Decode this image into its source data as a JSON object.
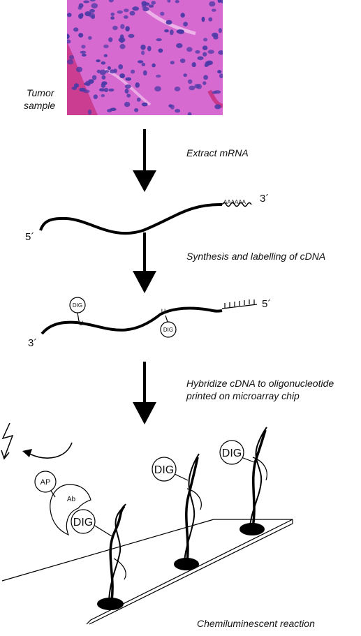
{
  "labels": {
    "tumor_sample_line1": "Tumor",
    "tumor_sample_line2": "sample",
    "step1": "Extract mRNA",
    "step2": "Synthesis and labelling of cDNA",
    "step3_line1": "Hybridize cDNA to oligonucleotide",
    "step3_line2": "printed on microarray chip",
    "step4": "Chemiluminescent reaction"
  },
  "strand_labels": {
    "mrna_5prime": "5´",
    "mrna_3prime": "3´",
    "poly_a": "AAAAAA",
    "cdna_3prime": "3´",
    "cdna_5prime": "5´",
    "poly_t": "TTTTTTT",
    "uracil": "U"
  },
  "molecule_labels": {
    "dig": "DIG",
    "antibody": "Ab",
    "alkaline_phosphatase": "AP"
  },
  "colors": {
    "tissue_bg": "#d85fcf",
    "nucleus": "#4a3aa6",
    "ink": "#000000"
  }
}
